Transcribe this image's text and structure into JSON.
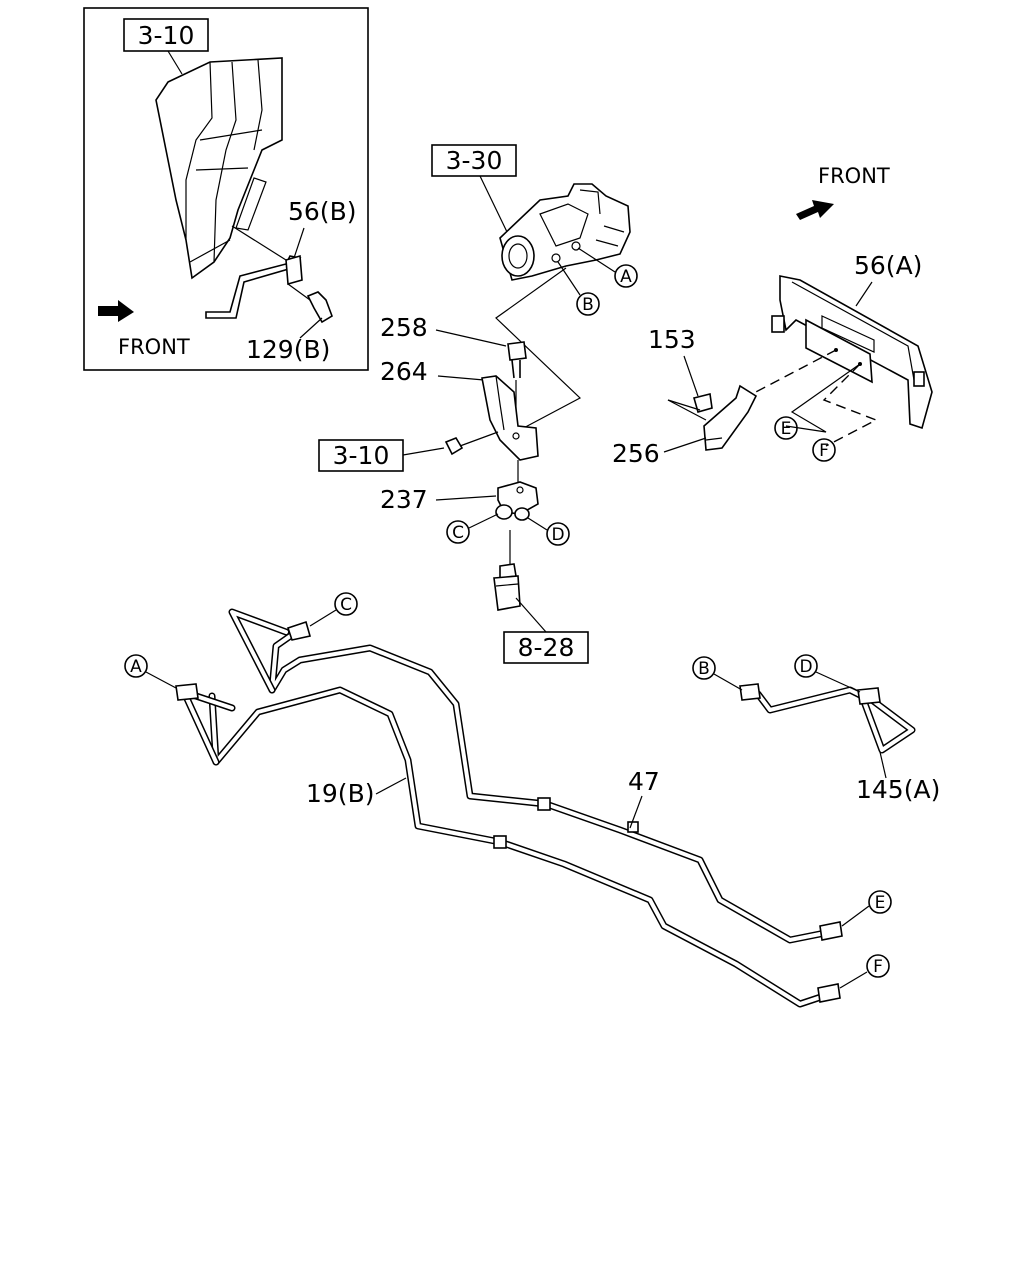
{
  "inset": {
    "ref_box": "3-10",
    "label_56b": "56(B)",
    "label_129b": "129(B)",
    "front": "FRONT"
  },
  "main": {
    "ref_box_330": "3-30",
    "ref_box_310": "3-10",
    "ref_box_828": "8-28",
    "front": "FRONT",
    "labels": {
      "p258": "258",
      "p264": "264",
      "p237": "237",
      "p153": "153",
      "p256": "256",
      "p56a": "56(A)",
      "p47": "47",
      "p19b": "19(B)",
      "p145a": "145(A)"
    },
    "connectors": {
      "A": "A",
      "B": "B",
      "C": "C",
      "D": "D",
      "E": "E",
      "F": "F"
    }
  }
}
